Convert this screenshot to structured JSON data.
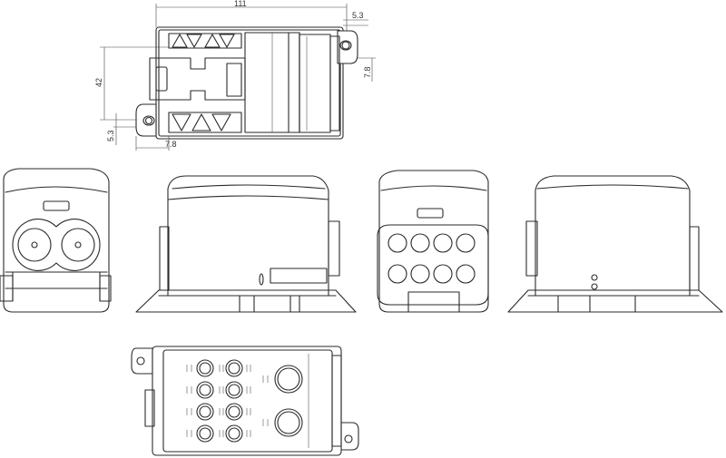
{
  "dimensions": {
    "overall_width": "111",
    "tab_offset_top": "5.3",
    "tab_height_right": "7.8",
    "overall_height": "42",
    "tab_offset_left": "5.3",
    "tab_width_bottom": "7.8"
  },
  "colors": {
    "line": "#2a2a2a",
    "dim_line": "#444444",
    "background": "#ffffff"
  }
}
